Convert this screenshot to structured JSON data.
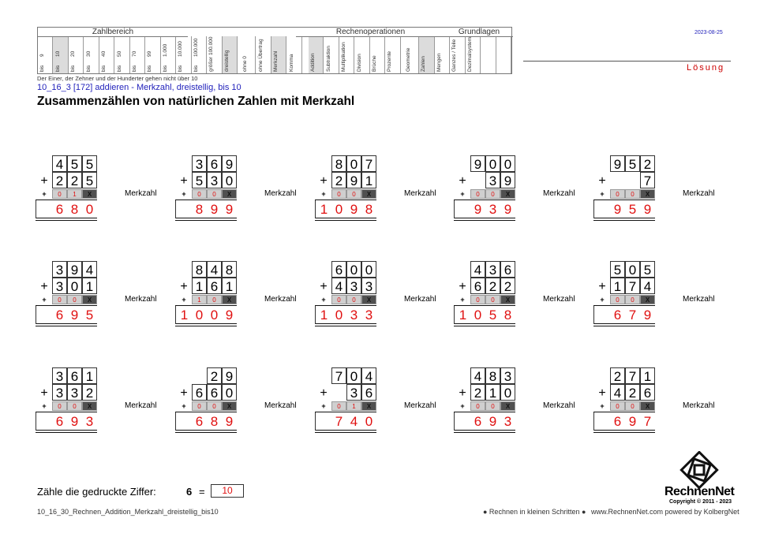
{
  "header": {
    "groups": [
      "Zahlbereich",
      "Rechenoperationen",
      "Grundlagen"
    ],
    "zahlbereich_cols": [
      {
        "top": "9",
        "bottom": "bis",
        "shaded": false
      },
      {
        "top": "10",
        "bottom": "bis",
        "shaded": true
      },
      {
        "top": "20",
        "bottom": "bis",
        "shaded": false
      },
      {
        "top": "30",
        "bottom": "bis",
        "shaded": false
      },
      {
        "top": "40",
        "bottom": "bis",
        "shaded": false
      },
      {
        "top": "50",
        "bottom": "bis",
        "shaded": false
      },
      {
        "top": "70",
        "bottom": "bis",
        "shaded": false
      },
      {
        "top": "99",
        "bottom": "bis",
        "shaded": false
      },
      {
        "top": "1.000",
        "bottom": "bis",
        "shaded": false
      },
      {
        "top": "10.000",
        "bottom": "bis",
        "shaded": false
      },
      {
        "top": "100.000",
        "bottom": "bis",
        "shaded": false
      },
      {
        "top": "",
        "bottom": "größer 100.000",
        "shaded": false
      },
      {
        "top": "",
        "bottom": "dreistellig",
        "shaded": true
      }
    ],
    "middle_cols": [
      {
        "label": "ohne 0",
        "shaded": false
      },
      {
        "label": "ohne Übertrag",
        "shaded": false
      },
      {
        "label": "Merkzahl",
        "shaded": true
      },
      {
        "label": "Komma",
        "shaded": false
      }
    ],
    "rechen_cols": [
      {
        "label": "Addition",
        "shaded": true
      },
      {
        "label": "Subtraktion",
        "shaded": false
      },
      {
        "label": "Multiplikation",
        "shaded": false
      },
      {
        "label": "Division",
        "shaded": false
      },
      {
        "label": "Brüche",
        "shaded": false
      },
      {
        "label": "Prozente",
        "shaded": false
      }
    ],
    "grund_cols": [
      {
        "label": "Geometrie",
        "shaded": false
      },
      {
        "label": "Zahlen",
        "shaded": true
      },
      {
        "label": "Mengen",
        "shaded": false
      },
      {
        "label": "Ganzes / Teile",
        "shaded": false
      },
      {
        "label": "Dezimalsystem",
        "shaded": false
      },
      {
        "label": "",
        "shaded": false
      },
      {
        "label": "",
        "shaded": false
      }
    ],
    "subnote": "Der Einer, der Zehner und der Hunderter gehen nicht über 10",
    "code_line": "10_16_3   [172]   addieren - Merkzahl, dreistellig, bis 10",
    "title": "Zusammenzählen von natürlichen Zahlen mit Merkzahl",
    "date": "2023-08-25",
    "solution_label": "Lösung"
  },
  "merkzahl_label": "Merkzahl",
  "plus": "+",
  "carry_x": "X",
  "exercises": [
    {
      "a": [
        "4",
        "5",
        "5"
      ],
      "b": [
        "2",
        "2",
        "5"
      ],
      "carry": [
        "0",
        "1"
      ],
      "result": [
        "",
        "6",
        "8",
        "0"
      ]
    },
    {
      "a": [
        "3",
        "6",
        "9"
      ],
      "b": [
        "5",
        "3",
        "0"
      ],
      "carry": [
        "0",
        "0"
      ],
      "result": [
        "",
        "8",
        "9",
        "9"
      ]
    },
    {
      "a": [
        "8",
        "0",
        "7"
      ],
      "b": [
        "2",
        "9",
        "1"
      ],
      "carry": [
        "0",
        "0"
      ],
      "result": [
        "1",
        "0",
        "9",
        "8"
      ]
    },
    {
      "a": [
        "9",
        "0",
        "0"
      ],
      "b": [
        "",
        "3",
        "9"
      ],
      "carry": [
        "0",
        "0"
      ],
      "result": [
        "",
        "9",
        "3",
        "9"
      ]
    },
    {
      "a": [
        "9",
        "5",
        "2"
      ],
      "b": [
        "",
        "",
        "7"
      ],
      "carry": [
        "0",
        "0"
      ],
      "result": [
        "",
        "9",
        "5",
        "9"
      ]
    },
    {
      "a": [
        "3",
        "9",
        "4"
      ],
      "b": [
        "3",
        "0",
        "1"
      ],
      "carry": [
        "0",
        "0"
      ],
      "result": [
        "",
        "6",
        "9",
        "5"
      ]
    },
    {
      "a": [
        "8",
        "4",
        "8"
      ],
      "b": [
        "1",
        "6",
        "1"
      ],
      "carry": [
        "1",
        "0"
      ],
      "result": [
        "1",
        "0",
        "0",
        "9"
      ]
    },
    {
      "a": [
        "6",
        "0",
        "0"
      ],
      "b": [
        "4",
        "3",
        "3"
      ],
      "carry": [
        "0",
        "0"
      ],
      "result": [
        "1",
        "0",
        "3",
        "3"
      ]
    },
    {
      "a": [
        "4",
        "3",
        "6"
      ],
      "b": [
        "6",
        "2",
        "2"
      ],
      "carry": [
        "0",
        "0"
      ],
      "result": [
        "1",
        "0",
        "5",
        "8"
      ]
    },
    {
      "a": [
        "5",
        "0",
        "5"
      ],
      "b": [
        "1",
        "7",
        "4"
      ],
      "carry": [
        "0",
        "0"
      ],
      "result": [
        "",
        "6",
        "7",
        "9"
      ]
    },
    {
      "a": [
        "3",
        "6",
        "1"
      ],
      "b": [
        "3",
        "3",
        "2"
      ],
      "carry": [
        "0",
        "0"
      ],
      "result": [
        "",
        "6",
        "9",
        "3"
      ]
    },
    {
      "a": [
        "",
        "2",
        "9"
      ],
      "b": [
        "6",
        "6",
        "0"
      ],
      "carry": [
        "0",
        "0"
      ],
      "result": [
        "",
        "6",
        "8",
        "9"
      ]
    },
    {
      "a": [
        "7",
        "0",
        "4"
      ],
      "b": [
        "",
        "3",
        "6"
      ],
      "carry": [
        "0",
        "1"
      ],
      "result": [
        "",
        "7",
        "4",
        "0"
      ]
    },
    {
      "a": [
        "4",
        "8",
        "3"
      ],
      "b": [
        "2",
        "1",
        "0"
      ],
      "carry": [
        "0",
        "0"
      ],
      "result": [
        "",
        "6",
        "9",
        "3"
      ]
    },
    {
      "a": [
        "2",
        "7",
        "1"
      ],
      "b": [
        "4",
        "2",
        "6"
      ],
      "carry": [
        "0",
        "0"
      ],
      "result": [
        "",
        "6",
        "9",
        "7"
      ]
    }
  ],
  "footer": {
    "count_label": "Zähle die gedruckte Ziffer:",
    "count_digit": "6",
    "count_eq": "=",
    "count_answer": "10",
    "filename": "10_16_30_Rechnen_Addition_Merkzahl_dreistellig_bis10",
    "slogan": "● Rechnen in kleinen Schritten ●",
    "website": "www.RechnenNet.com powered by KolbergNet",
    "brand": "RechnenNet",
    "copyright": "Copyright © 2011 - 2023"
  }
}
